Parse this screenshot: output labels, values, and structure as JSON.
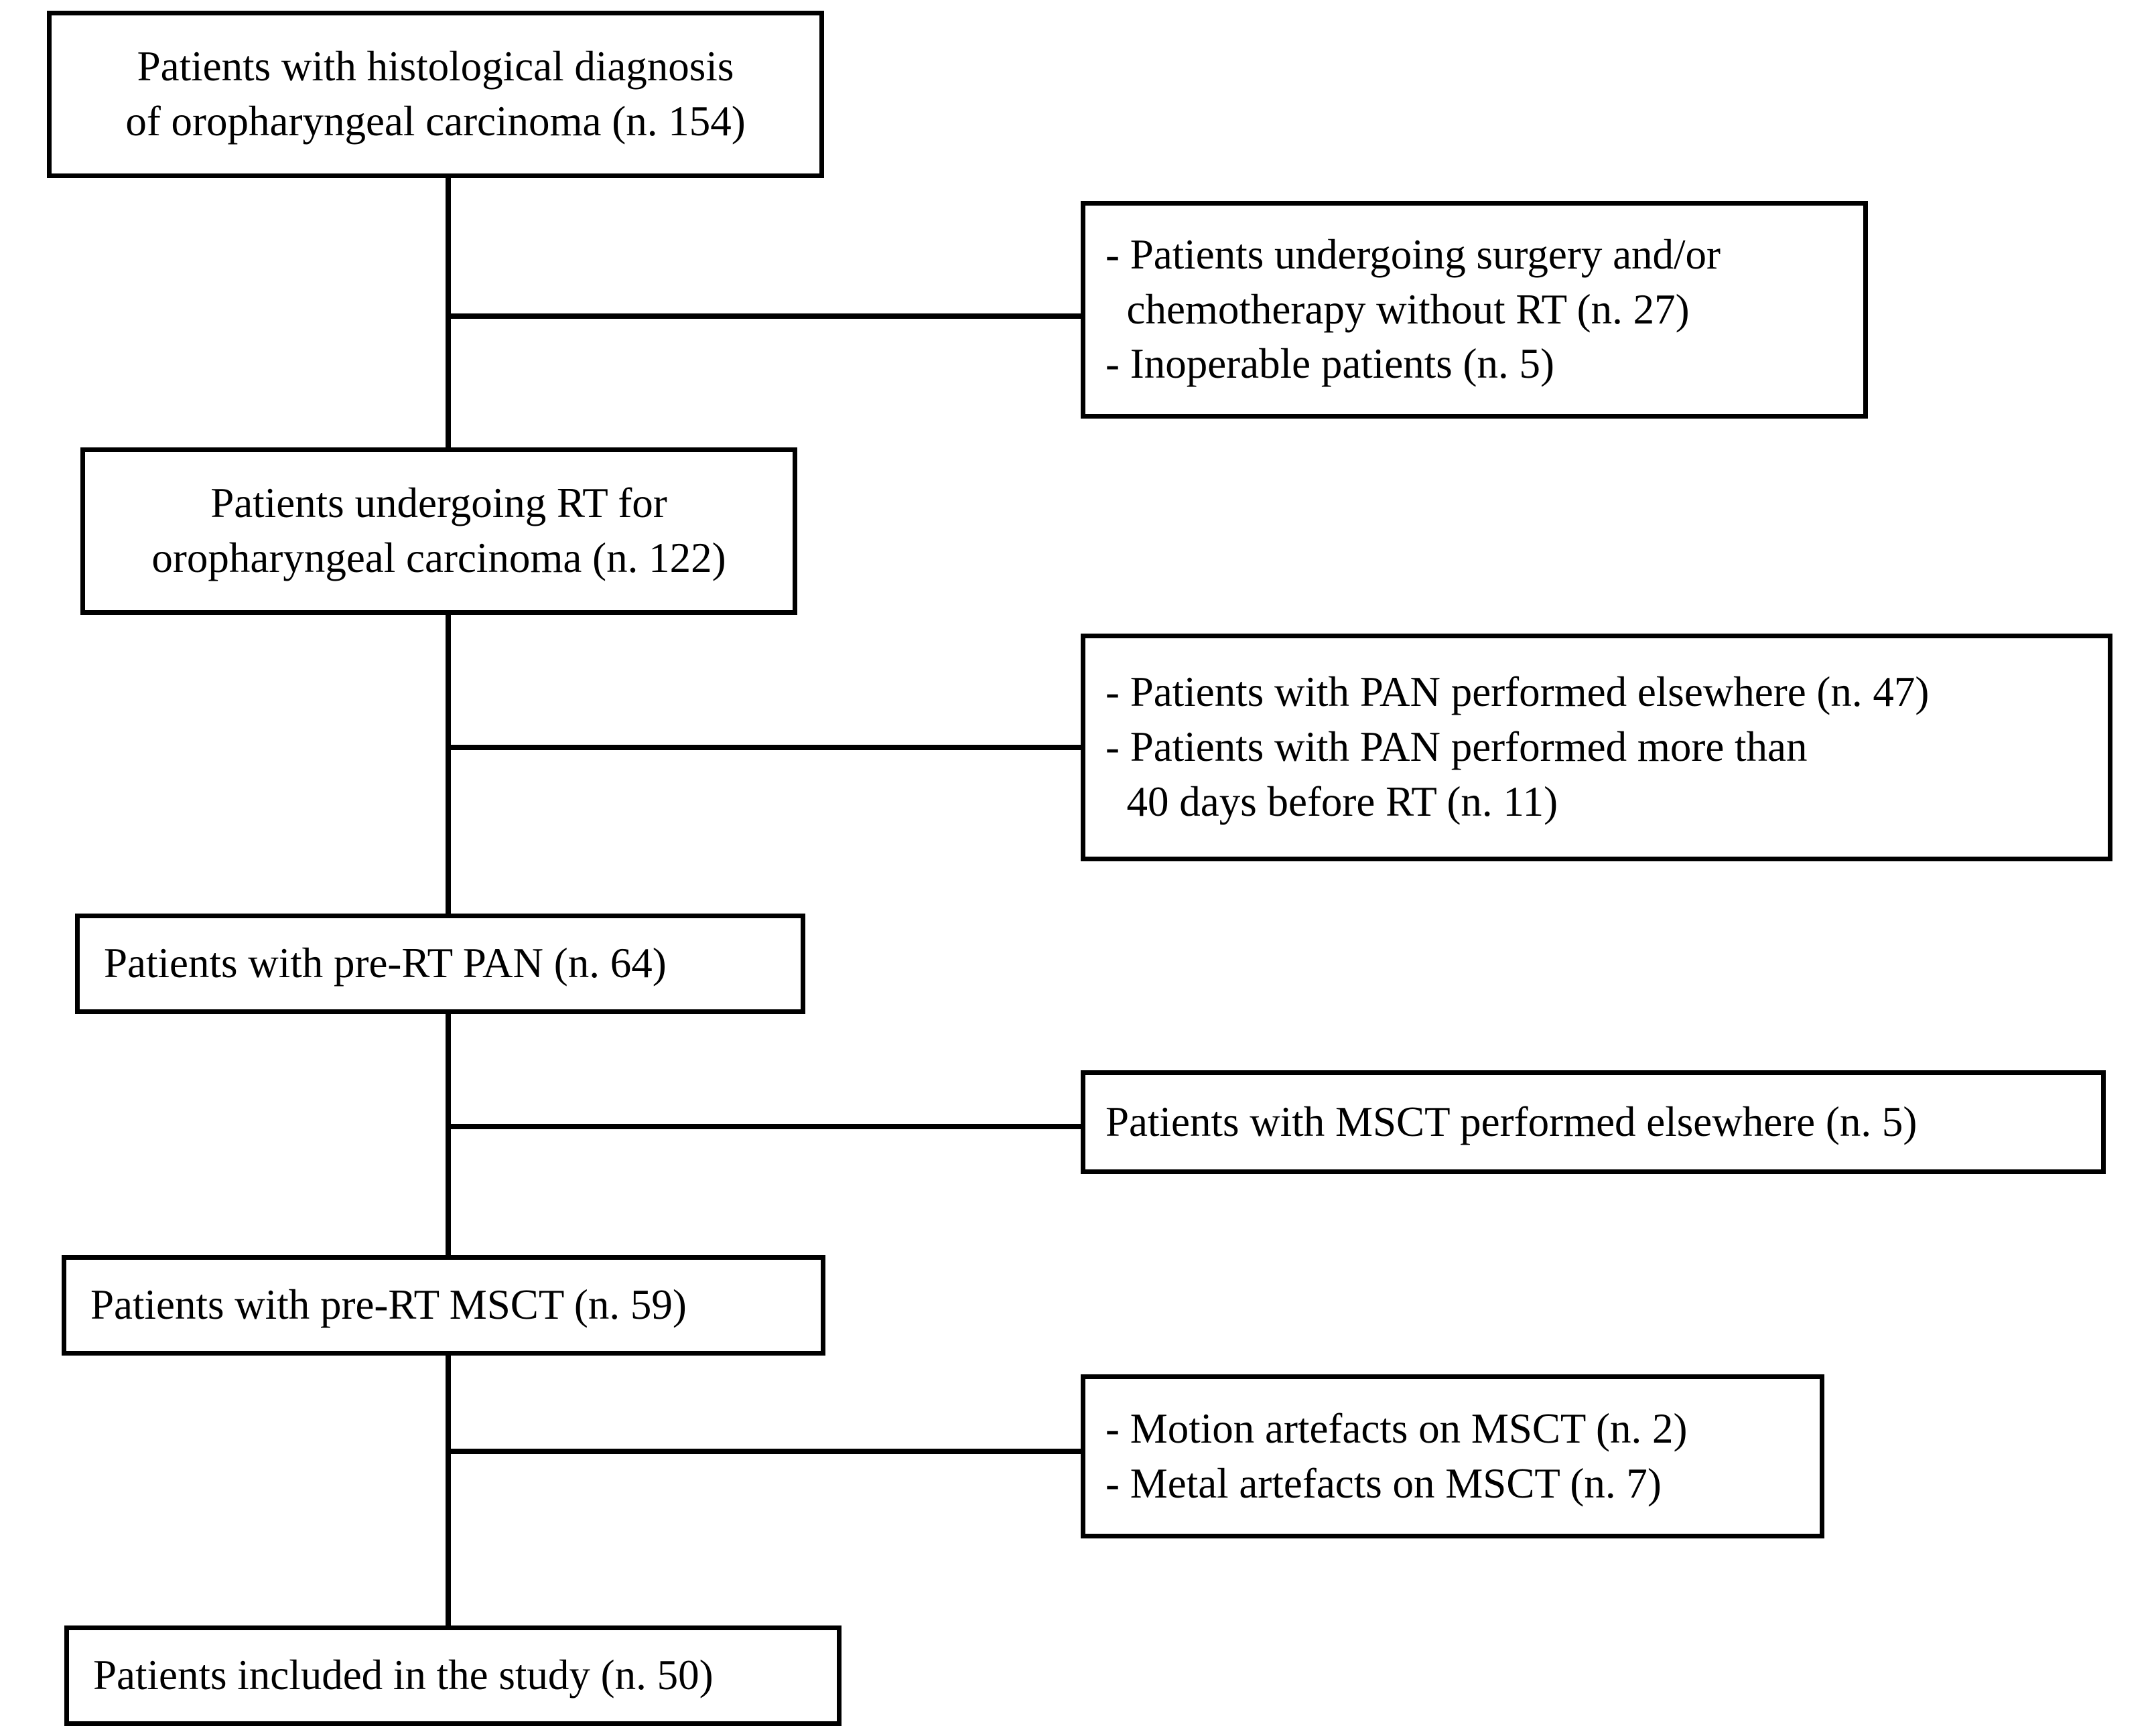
{
  "diagram": {
    "type": "patient-selection-flowchart",
    "stroke_color": "#000000",
    "background_color": "#ffffff",
    "text_color": "#000000"
  },
  "main_nodes": [
    {
      "id": "node-histological-diagnosis",
      "line1": "Patients with histological diagnosis",
      "line2": "of oropharyngeal carcinoma (n. 154)",
      "count": 154,
      "align": "center"
    },
    {
      "id": "node-undergoing-rt",
      "line1": "Patients undergoing RT for",
      "line2": "oropharyngeal carcinoma (n. 122)",
      "count": 122,
      "align": "center"
    },
    {
      "id": "node-pre-rt-pan",
      "line1": "Patients with pre-RT PAN (n. 64)",
      "line2": "",
      "count": 64,
      "align": "left"
    },
    {
      "id": "node-pre-rt-msct",
      "line1": "Patients with pre-RT MSCT (n. 59)",
      "line2": "",
      "count": 59,
      "align": "left"
    },
    {
      "id": "node-included-in-study",
      "line1": "Patients included in the study (n. 50)",
      "line2": "",
      "count": 50,
      "align": "left"
    }
  ],
  "exclusion_nodes": [
    {
      "id": "exclusion-surgery-chemo",
      "lines": [
        "- Patients undergoing surgery and/or",
        "  chemotherapy without RT (n. 27)",
        "- Inoperable patients (n. 5)"
      ],
      "counts": [
        27,
        5
      ]
    },
    {
      "id": "exclusion-pan-elsewhere",
      "lines": [
        "- Patients with PAN performed elsewhere (n. 47)",
        "- Patients with PAN performed more than",
        "  40 days before RT (n. 11)"
      ],
      "counts": [
        47,
        11
      ]
    },
    {
      "id": "exclusion-msct-elsewhere",
      "lines": [
        "Patients with MSCT performed elsewhere (n. 5)"
      ],
      "counts": [
        5
      ]
    },
    {
      "id": "exclusion-msct-artefacts",
      "lines": [
        "- Motion artefacts on MSCT (n. 2)",
        "- Metal artefacts on MSCT (n. 7)"
      ],
      "counts": [
        2,
        7
      ]
    }
  ]
}
